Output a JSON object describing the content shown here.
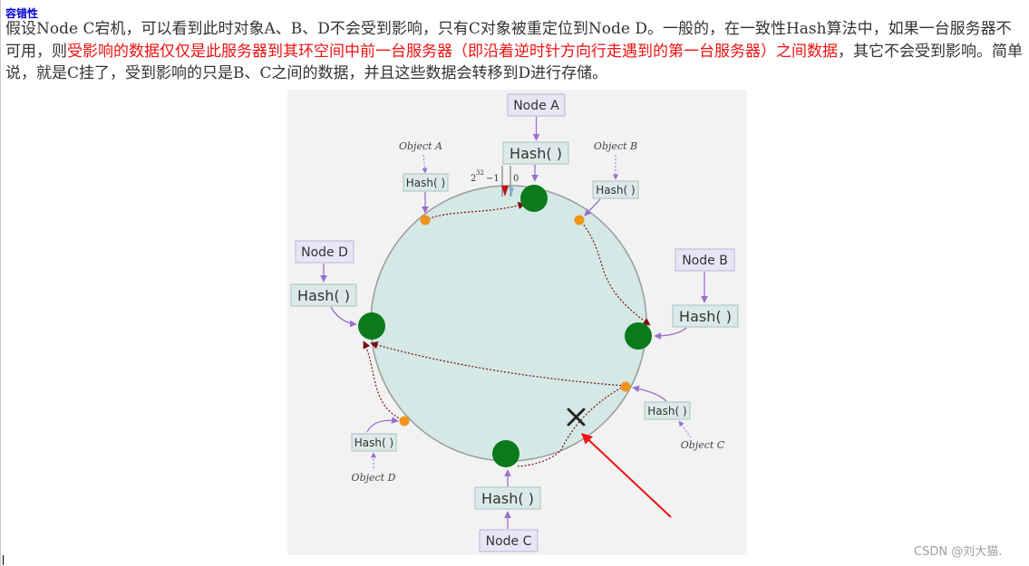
{
  "article": {
    "heading": "容错性",
    "para_part1": "假设Node C宕机，可以看到此时对象A、B、D不会受到影响，只有C对象被重定位到Node D。一般的，在一致性Hash算法中，如果一台服务器不可用，则",
    "para_red": "受影响的数据仅仅是此服务器到其环空间中前一台服务器（即沿着逆时针方向行走遇到的第一台服务器）之间数据",
    "para_part2": "，其它不会受到影响。简单说，就是C挂了，受到影响的只是B、C之间的数据，并且这些数据会转移到D进行存储。"
  },
  "figure": {
    "nodes": {
      "a": "Node A",
      "b": "Node B",
      "c": "Node C",
      "d": "Node D"
    },
    "hash_label": "Hash( )",
    "objects": {
      "a": "Object A",
      "b": "Object B",
      "c": "Object C",
      "d": "Object D"
    },
    "ring_top_left": "2",
    "ring_top_exp": "32",
    "ring_top_minus": "−1",
    "ring_top_zero": "0",
    "colors": {
      "ring": "#d4e8e6",
      "server": "#0a7a1a",
      "object_point": "#f0941a",
      "arrow": "#9b6fcf",
      "pointer": "#ee1111"
    }
  },
  "watermark": "CSDN @刘大猫."
}
